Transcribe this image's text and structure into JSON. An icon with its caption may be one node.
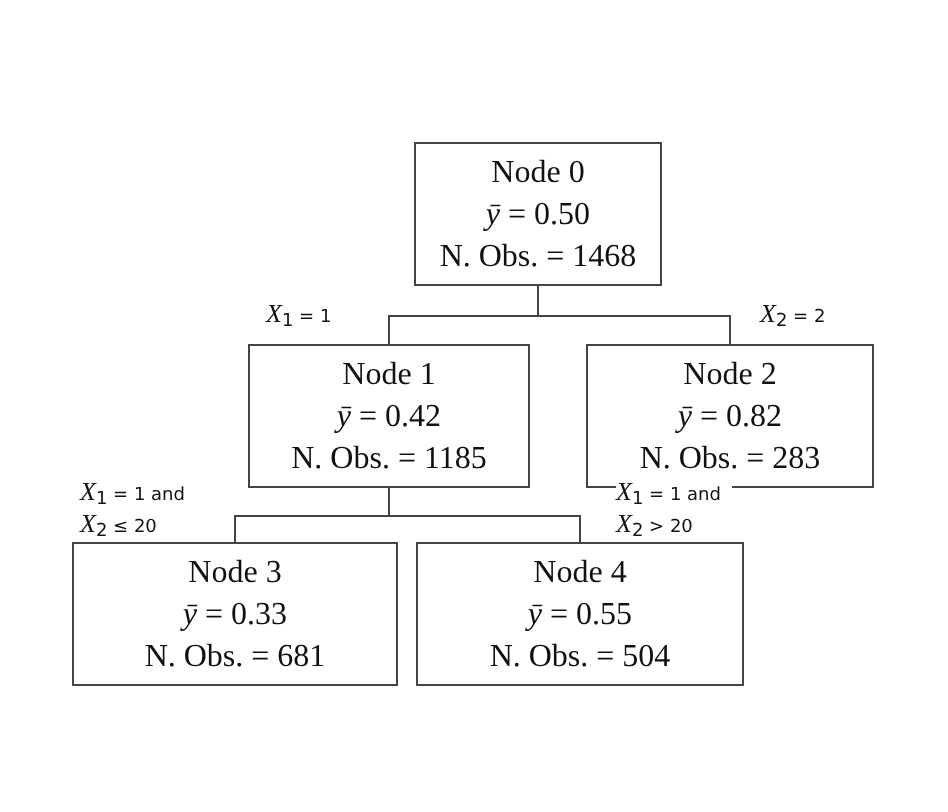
{
  "diagram": {
    "nodes": [
      {
        "text": [
          "Node 0",
          "*ȳ* = 0.50",
          "N. Obs. = 1468"
        ]
      },
      {
        "text": [
          "Node 1",
          "*ȳ* = 0.42",
          "N. Obs. = 1185"
        ]
      },
      {
        "text": [
          "Node 2",
          "*ȳ* = 0.82",
          "N. Obs. = 283"
        ]
      },
      {
        "text": [
          "Node 3",
          "*ȳ* = 0.33",
          "N. Obs. = 681"
        ]
      },
      {
        "text": [
          "Node 4",
          "*ȳ* = 0.55",
          "N. Obs. = 504"
        ]
      }
    ],
    "edges": [
      {
        "from": 0,
        "to": 1,
        "arrow": "none",
        "label": "*X*$_{1}$ = 1"
      },
      {
        "from": 0,
        "to": 2,
        "arrow": "none",
        "label": "*X*$_{2}$ = 2"
      },
      {
        "from": 1,
        "to": 3,
        "arrow": "none",
        "label": "*X*$_{1}$ = 1 and *X*$_{2}$ ≤ 20"
      },
      {
        "from": 1,
        "to": 4,
        "arrow": "none",
        "label": "*X*$_{1}$ = 1 and *X*$_{2}$ > 20"
      }
    ]
  }
}
